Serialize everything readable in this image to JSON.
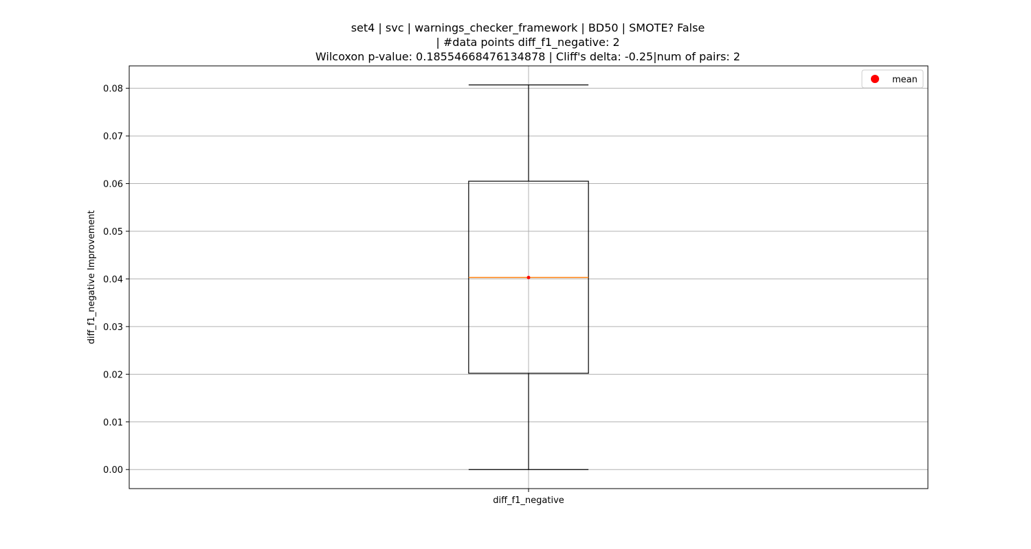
{
  "chart_data": {
    "type": "box",
    "title_lines": [
      "set4 | svc | warnings_checker_framework | BD50 | SMOTE? False",
      "| #data points diff_f1_negative: 2",
      "Wilcoxon p-value: 0.18554668476134878 | Cliff's delta: -0.25|num of pairs: 2"
    ],
    "ylabel": "diff_f1_negative Improvement",
    "xlabel": "",
    "categories": [
      "diff_f1_negative"
    ],
    "ylim": [
      -0.004,
      0.0847
    ],
    "yticks": [
      0.0,
      0.01,
      0.02,
      0.03,
      0.04,
      0.05,
      0.06,
      0.07,
      0.08
    ],
    "ytick_labels": [
      "0.00",
      "0.01",
      "0.02",
      "0.03",
      "0.04",
      "0.05",
      "0.06",
      "0.07",
      "0.08"
    ],
    "grid": true,
    "legend": {
      "placement": "top-right",
      "entries": [
        {
          "label": "mean",
          "color": "#ff0000",
          "marker": "circle"
        }
      ]
    },
    "boxes": [
      {
        "category": "diff_f1_negative",
        "whisker_low": 0.0,
        "q1": 0.0202,
        "median": 0.0403,
        "q3": 0.0605,
        "whisker_high": 0.0807,
        "mean": 0.0403
      }
    ],
    "colors": {
      "box": "#000000",
      "median": "#ff7f0e",
      "mean": "#ff0000",
      "grid": "#b0b0b0"
    }
  }
}
